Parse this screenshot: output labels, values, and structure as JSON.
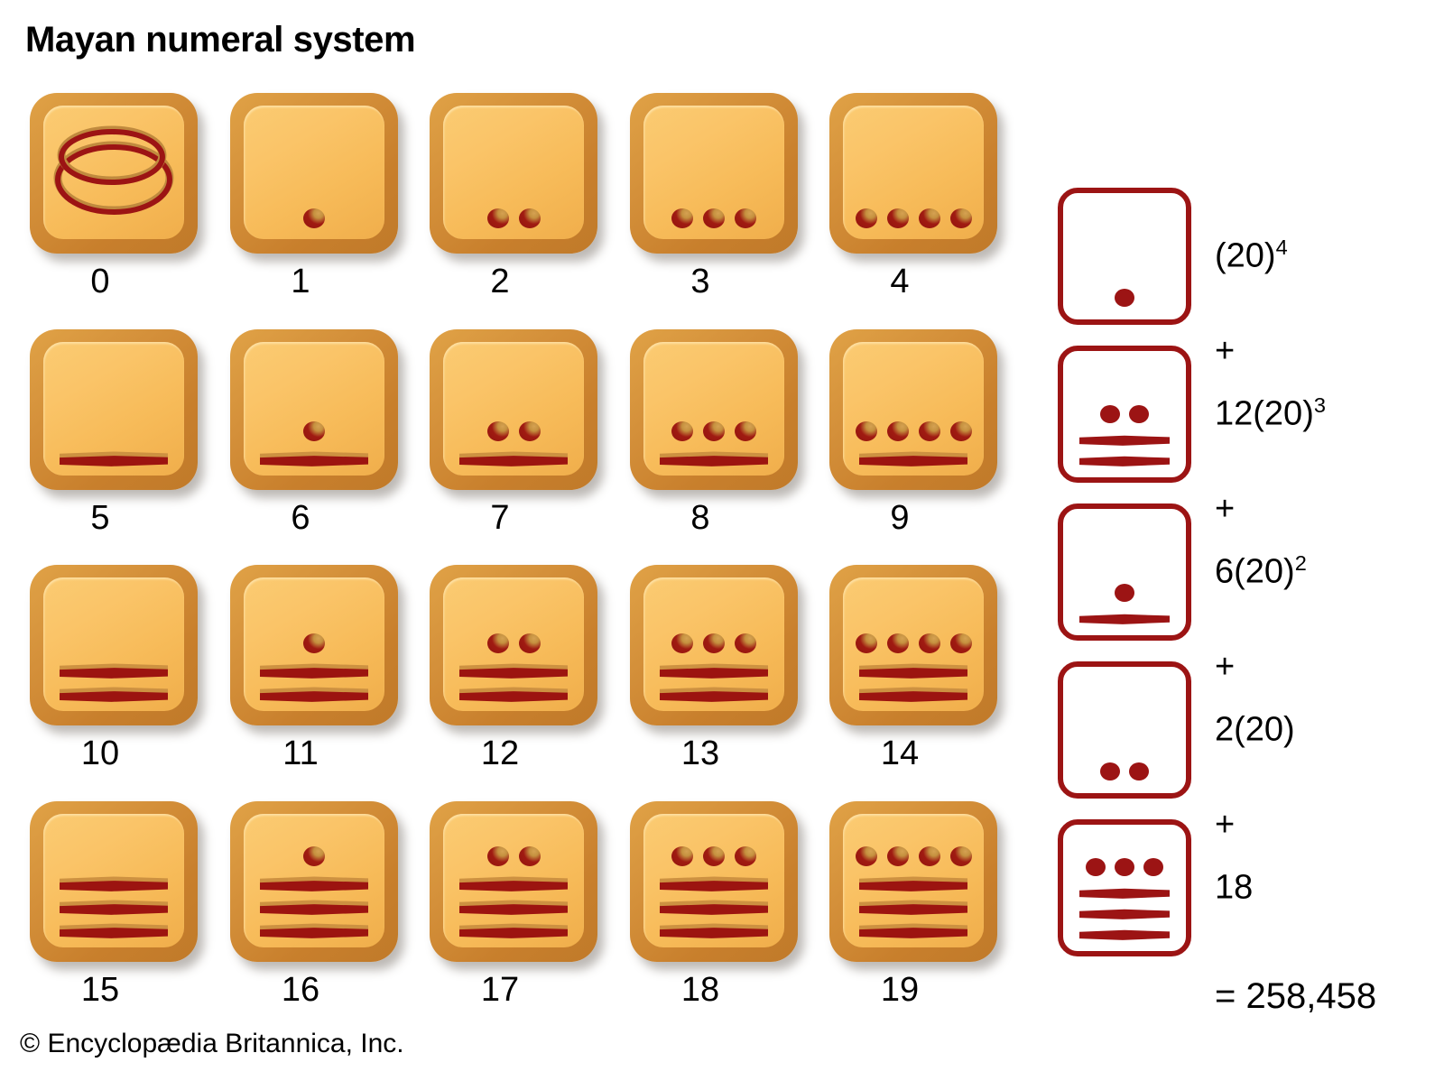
{
  "title": "Mayan numeral system",
  "credit": "© Encyclopædia Britannica, Inc.",
  "colors": {
    "tile_border": "#c87f2c",
    "tile_face": "#f7bb59",
    "glyph_red": "#9c1414",
    "box_border": "#9c1414",
    "text": "#000000",
    "background": "#ffffff"
  },
  "numerals": [
    {
      "label": "0",
      "value": 0,
      "dots": 0,
      "bars": 0,
      "shell": true
    },
    {
      "label": "1",
      "value": 1,
      "dots": 1,
      "bars": 0,
      "shell": false
    },
    {
      "label": "2",
      "value": 2,
      "dots": 2,
      "bars": 0,
      "shell": false
    },
    {
      "label": "3",
      "value": 3,
      "dots": 3,
      "bars": 0,
      "shell": false
    },
    {
      "label": "4",
      "value": 4,
      "dots": 4,
      "bars": 0,
      "shell": false
    },
    {
      "label": "5",
      "value": 5,
      "dots": 0,
      "bars": 1,
      "shell": false
    },
    {
      "label": "6",
      "value": 6,
      "dots": 1,
      "bars": 1,
      "shell": false
    },
    {
      "label": "7",
      "value": 7,
      "dots": 2,
      "bars": 1,
      "shell": false
    },
    {
      "label": "8",
      "value": 8,
      "dots": 3,
      "bars": 1,
      "shell": false
    },
    {
      "label": "9",
      "value": 9,
      "dots": 4,
      "bars": 1,
      "shell": false
    },
    {
      "label": "10",
      "value": 10,
      "dots": 0,
      "bars": 2,
      "shell": false
    },
    {
      "label": "11",
      "value": 11,
      "dots": 1,
      "bars": 2,
      "shell": false
    },
    {
      "label": "12",
      "value": 12,
      "dots": 2,
      "bars": 2,
      "shell": false
    },
    {
      "label": "13",
      "value": 13,
      "dots": 3,
      "bars": 2,
      "shell": false
    },
    {
      "label": "14",
      "value": 14,
      "dots": 4,
      "bars": 2,
      "shell": false
    },
    {
      "label": "15",
      "value": 15,
      "dots": 0,
      "bars": 3,
      "shell": false
    },
    {
      "label": "16",
      "value": 16,
      "dots": 1,
      "bars": 3,
      "shell": false
    },
    {
      "label": "17",
      "value": 17,
      "dots": 2,
      "bars": 3,
      "shell": false
    },
    {
      "label": "18",
      "value": 18,
      "dots": 3,
      "bars": 3,
      "shell": false
    },
    {
      "label": "19",
      "value": 19,
      "dots": 4,
      "bars": 3,
      "shell": false
    }
  ],
  "expansion": {
    "places": [
      {
        "digit": 1,
        "dots": 1,
        "bars": 0,
        "label_base": "(20)",
        "label_exp": "4",
        "label_text": "(20)4"
      },
      {
        "digit": 12,
        "dots": 2,
        "bars": 2,
        "label_base": "12(20)",
        "label_exp": "3",
        "label_text": "12(20)3"
      },
      {
        "digit": 6,
        "dots": 1,
        "bars": 1,
        "label_base": "6(20)",
        "label_exp": "2",
        "label_text": "6(20)2"
      },
      {
        "digit": 2,
        "dots": 2,
        "bars": 0,
        "label_base": "2(20)",
        "label_exp": "",
        "label_text": "2(20)"
      },
      {
        "digit": 18,
        "dots": 3,
        "bars": 3,
        "label_base": "18",
        "label_exp": "",
        "label_text": "18"
      }
    ],
    "plus_symbol": "+",
    "total": "= 258,458"
  }
}
